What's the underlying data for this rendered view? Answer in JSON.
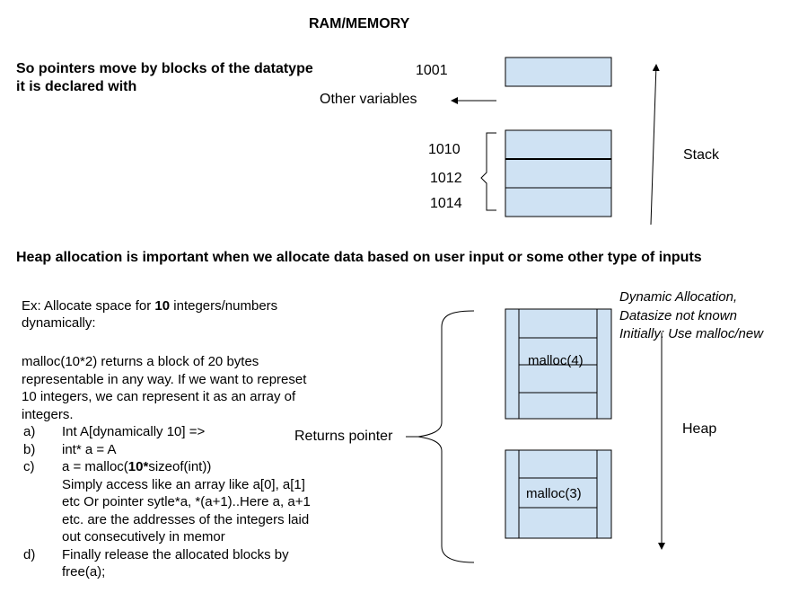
{
  "title": "RAM/MEMORY",
  "note_pointers": [
    "So pointers move by blocks of the datatype",
    "it is declared with"
  ],
  "stack": {
    "addr_top": "1001",
    "other_variables": "Other variables",
    "addresses": [
      "1010",
      "1012",
      "1014"
    ],
    "label": "Stack"
  },
  "heap_note": "Heap allocation  is important when we allocate data based on user input or some other type of inputs",
  "example": {
    "intro_prefix": "Ex: Allocate space for ",
    "intro_bold": "10",
    "intro_suffix": " integers/numbers",
    "intro_line2": "dynamically:",
    "para": [
      "malloc(10*2)  returns a block of 20 bytes",
      "representable in any way. If we want to represet",
      "10 integers, we can represent it as an array of",
      "integers."
    ],
    "items": [
      {
        "label": "a)",
        "text": "Int A[dynamically 10] =>"
      },
      {
        "label": "b)",
        "text": " int* a = A"
      },
      {
        "label": "c)",
        "text_prefix": "a  = malloc(",
        "text_bold": "10*",
        "text_suffix": "sizeof(int))"
      },
      {
        "label": "",
        "text": "Simply access like an array like a[0], a[1]"
      },
      {
        "label": "",
        "text": "etc  Or pointer sytle*a, *(a+1)..Here a, a+1"
      },
      {
        "label": "",
        "text": "etc. are  the addresses of the integers laid"
      },
      {
        "label": "",
        "text": "out consecutively in memor"
      },
      {
        "label": "d)",
        "text": "Finally release the allocated blocks by"
      },
      {
        "label": "",
        "text": "free(a);"
      }
    ]
  },
  "heap": {
    "returns_pointer": "Returns pointer",
    "dynamic_note": [
      "Dynamic Allocation,",
      "Datasize not known",
      "Initially: Use malloc/new"
    ],
    "malloc_4": "malloc(4)",
    "malloc_3": "malloc(3)",
    "label": "Heap"
  },
  "colors": {
    "block_fill": "#cfe2f3",
    "stroke": "#000000"
  }
}
